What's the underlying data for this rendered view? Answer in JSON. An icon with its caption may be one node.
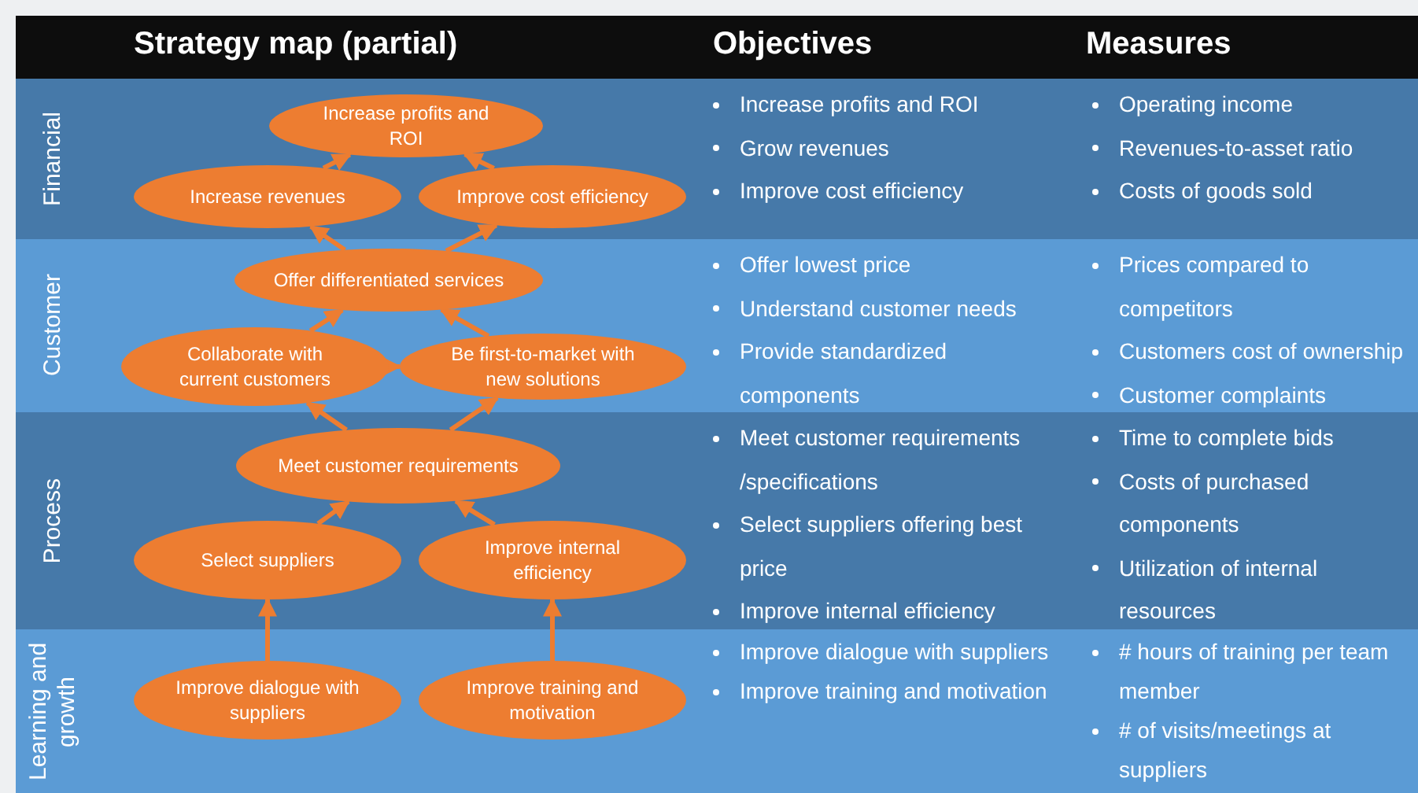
{
  "diagram": {
    "title": "Strategy map (partial)",
    "nodes": [
      {
        "text": [
          "Financial"
        ]
      },
      {
        "text": [
          "Increase profits and ROI"
        ],
        "in": 0
      },
      {
        "text": [
          "Increase revenues"
        ],
        "in": 0
      },
      {
        "text": [
          "Improve cost efficiency"
        ],
        "in": 0
      },
      {
        "text": [
          "Customer"
        ]
      },
      {
        "text": [
          "Offer differentiated services"
        ],
        "in": 4
      },
      {
        "text": [
          "Collaborate with current customers"
        ],
        "in": 4
      },
      {
        "text": [
          "Be first-to-market with new solutions"
        ],
        "in": 4
      },
      {
        "text": [
          "Process"
        ]
      },
      {
        "text": [
          "Meet customer requirements"
        ],
        "in": 8
      },
      {
        "text": [
          "Select suppliers"
        ],
        "in": 8
      },
      {
        "text": [
          "Improve internal efficiency"
        ],
        "in": 8
      },
      {
        "text": [
          "Learning and growth"
        ]
      },
      {
        "text": [
          "Improve dialogue with suppliers"
        ],
        "in": 12
      },
      {
        "text": [
          "Improve training and motivation"
        ],
        "in": 12
      }
    ],
    "edges": [
      {
        "from": 2,
        "to": 1,
        "arrow": "to"
      },
      {
        "from": 3,
        "to": 1,
        "arrow": "to"
      },
      {
        "from": 5,
        "to": 2,
        "arrow": "to"
      },
      {
        "from": 5,
        "to": 3,
        "arrow": "to"
      },
      {
        "from": 6,
        "to": 5,
        "arrow": "to"
      },
      {
        "from": 7,
        "to": 5,
        "arrow": "to"
      },
      {
        "from": 6,
        "to": 7,
        "arrow": "to"
      },
      {
        "from": 9,
        "to": 6,
        "arrow": "to"
      },
      {
        "from": 9,
        "to": 7,
        "arrow": "to"
      },
      {
        "from": 10,
        "to": 9,
        "arrow": "to"
      },
      {
        "from": 11,
        "to": 9,
        "arrow": "to"
      },
      {
        "from": 13,
        "to": 10,
        "arrow": "to"
      },
      {
        "from": 14,
        "to": 11,
        "arrow": "to"
      }
    ],
    "labels": [
      "Objectives",
      "Measures",
      "Increase profits and ROI",
      "Grow revenues",
      "Improve cost efficiency",
      "Operating income",
      "Revenues-to-asset ratio",
      "Costs of goods sold",
      "Offer lowest price",
      "Understand customer needs",
      "Provide standardized components",
      "Prices compared to competitors",
      "Customers cost of ownership",
      "Customer complaints",
      "Meet customer requirements /specifications",
      "Select suppliers offering best price",
      "Improve internal efficiency",
      "Time to complete bids",
      "Costs of purchased components",
      "Utilization of internal resources",
      "Improve dialogue with suppliers",
      "Improve training and motivation",
      "# hours of training per team member",
      "# of visits/meetings at suppliers"
    ]
  }
}
